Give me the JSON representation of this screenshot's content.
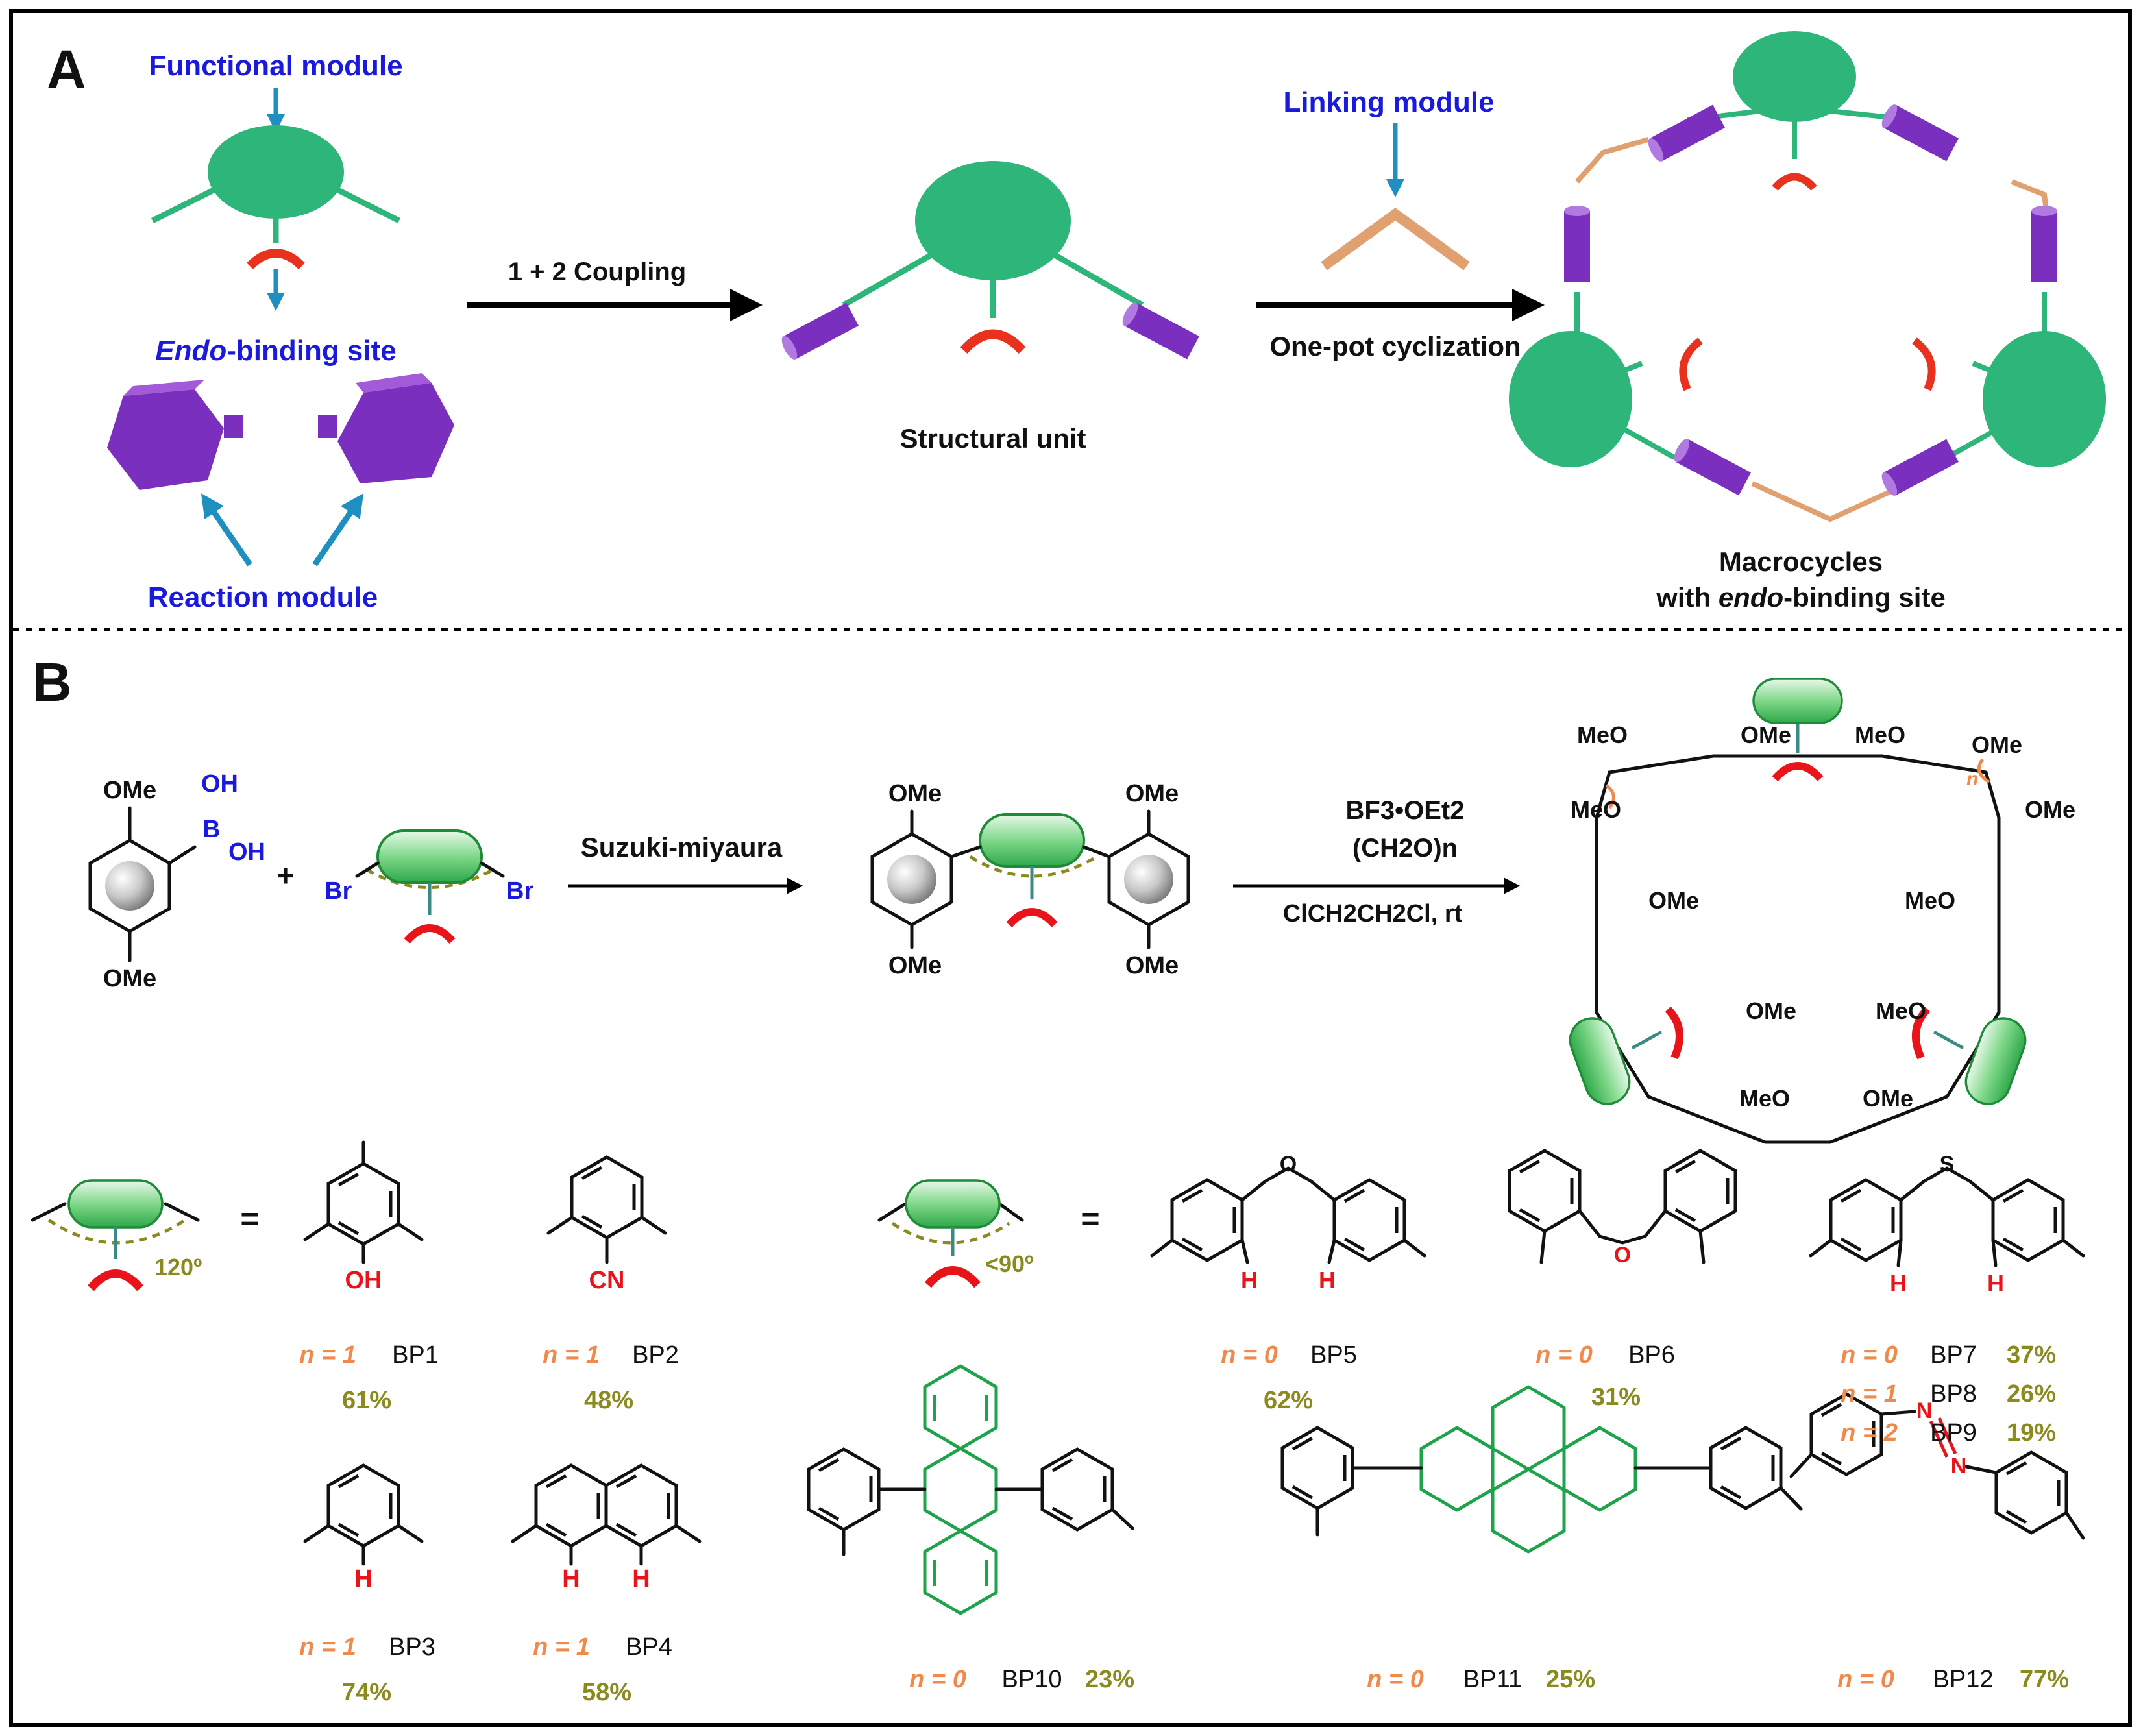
{
  "panelA": {
    "letter": "A",
    "functional_module": "Functional module",
    "endo_prefix": "Endo",
    "endo_suffix": "-binding site",
    "reaction_module": "Reaction module",
    "coupling": "1 + 2 Coupling",
    "structural_unit": "Structural unit",
    "linking_module": "Linking module",
    "cyclization": "One-pot cyclization",
    "macro_line1": "Macrocycles",
    "macro_line2_pre": "with ",
    "macro_line2_it": "endo",
    "macro_line2_post": "-binding site"
  },
  "panelB": {
    "letter": "B",
    "ome": "OMe",
    "meo": "MeO",
    "b": "B",
    "oh": "OH",
    "br": "Br",
    "plus": "+",
    "suzuki": "Suzuki-miyaura",
    "bf3": "BF3•OEt2",
    "ch2o": "(CH2O)n",
    "solvent": "ClCH2CH2Cl, rt",
    "n_glyph": "n",
    "equals": "=",
    "angle120": "120º",
    "angle90": "<90º",
    "atom_oh": "OH",
    "atom_cn": "CN",
    "atom_h": "H",
    "atom_o": "O",
    "atom_s": "S",
    "atom_n": "N"
  },
  "compounds": [
    {
      "n": "n = 1",
      "name": "BP1",
      "yield": "61%"
    },
    {
      "n": "n = 1",
      "name": "BP2",
      "yield": "48%"
    },
    {
      "n": "n = 1",
      "name": "BP3",
      "yield": "74%"
    },
    {
      "n": "n = 1",
      "name": "BP4",
      "yield": "58%"
    },
    {
      "n": "n = 0",
      "name": "BP5",
      "yield": "62%"
    },
    {
      "n": "n = 0",
      "name": "BP6",
      "yield": "31%"
    },
    {
      "n": "n = 0",
      "name": "BP7",
      "yield": "37%"
    },
    {
      "n": "n = 1",
      "name": "BP8",
      "yield": "26%"
    },
    {
      "n": "n = 2",
      "name": "BP9",
      "yield": "19%"
    },
    {
      "n": "n = 0",
      "name": "BP10",
      "yield": "23%"
    },
    {
      "n": "n = 0",
      "name": "BP11",
      "yield": "25%"
    },
    {
      "n": "n = 0",
      "name": "BP12",
      "yield": "77%"
    }
  ],
  "colors": {
    "green": "#2db57a",
    "purple": "#7b2fbf",
    "red": "#e8321e",
    "tan": "#e0a070",
    "teal": "#1e8fbf",
    "blue_text": "#1a1adc",
    "orange_text": "#f08a4b",
    "olive_text": "#8a8a1e"
  }
}
